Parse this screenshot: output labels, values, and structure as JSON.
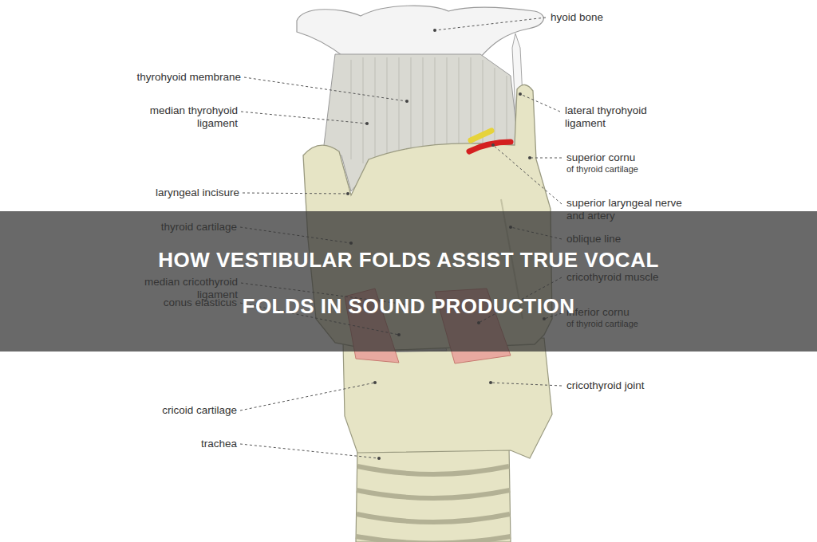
{
  "diagram": {
    "title": "HOW VESTIBULAR FOLDS ASSIST TRUE VOCAL FOLDS IN SOUND PRODUCTION",
    "labels": [
      "hyoid bone",
      "thyrohyoid membrane",
      "median thyrohyoid ligament",
      "lateral thyrohyoid ligament",
      "superior cornu",
      "of thyroid cartilage",
      "laryngeal incisure",
      "superior laryngeal nerve and artery",
      "thyroid cartilage",
      "oblique line",
      "median cricothyroid ligament",
      "cricothyroid muscle",
      "conus elasticus",
      "inferior cornu",
      "of thyroid cartilage",
      "cricoid cartilage",
      "cricothyroid joint",
      "trachea"
    ]
  }
}
